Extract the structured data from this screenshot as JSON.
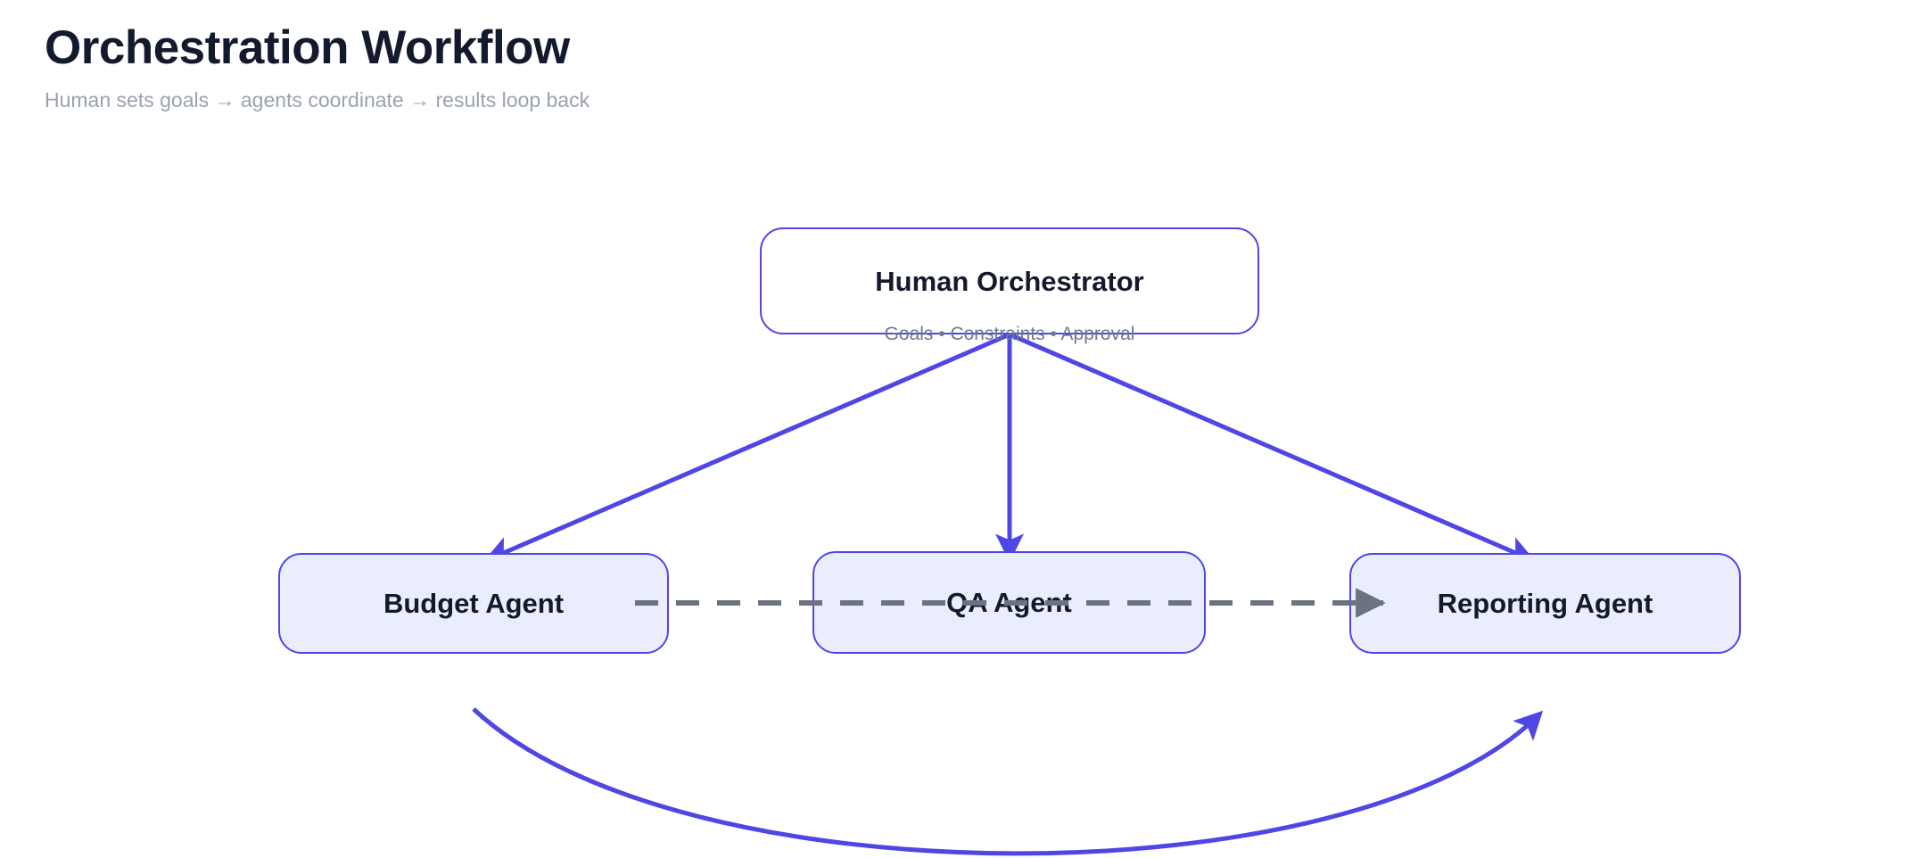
{
  "header": {
    "title": "Orchestration Workflow",
    "subtitle": "Human sets goals → agents coordinate → results loop back"
  },
  "colors": {
    "accent_purple": "#4f46e5",
    "node_fill": "#eaeefc",
    "root_fill": "#ffffff",
    "dashed_edge": "#6b7280",
    "title_text": "#141a2e",
    "subtitle_text": "#9aa2ae",
    "node_subtitle_text": "#70788a",
    "background": "#ffffff"
  },
  "diagram": {
    "type": "flowchart",
    "nodes": [
      {
        "id": "orchestrator",
        "label": "Human Orchestrator",
        "sublabel": "Goals • Constraints • Approval",
        "role": "root",
        "fill": "#ffffff",
        "border": "#4f46e5"
      },
      {
        "id": "budget",
        "label": "Budget Agent",
        "role": "agent",
        "fill": "#eaeefc",
        "border": "#4f46e5"
      },
      {
        "id": "qa",
        "label": "QA Agent",
        "role": "agent",
        "fill": "#eaeefc",
        "border": "#4f46e5"
      },
      {
        "id": "reporting",
        "label": "Reporting Agent",
        "role": "agent",
        "fill": "#eaeefc",
        "border": "#4f46e5"
      }
    ],
    "edges": [
      {
        "id": "orchestrator-budget",
        "from": "orchestrator",
        "to": "budget",
        "style": "solid",
        "color": "#4f46e5",
        "arrow": "filled"
      },
      {
        "id": "orchestrator-qa",
        "from": "orchestrator",
        "to": "qa",
        "style": "solid",
        "color": "#4f46e5",
        "arrow": "filled"
      },
      {
        "id": "orchestrator-reporting",
        "from": "orchestrator",
        "to": "reporting",
        "style": "solid",
        "color": "#4f46e5",
        "arrow": "filled"
      },
      {
        "id": "budget-reporting",
        "from": "budget",
        "to": "reporting",
        "style": "dashed",
        "color": "#6b7280",
        "arrow": "filled"
      },
      {
        "id": "feedback-loop",
        "from": "budget",
        "to": "reporting",
        "style": "curved",
        "color": "#4f46e5",
        "arrow": "filled"
      }
    ]
  }
}
